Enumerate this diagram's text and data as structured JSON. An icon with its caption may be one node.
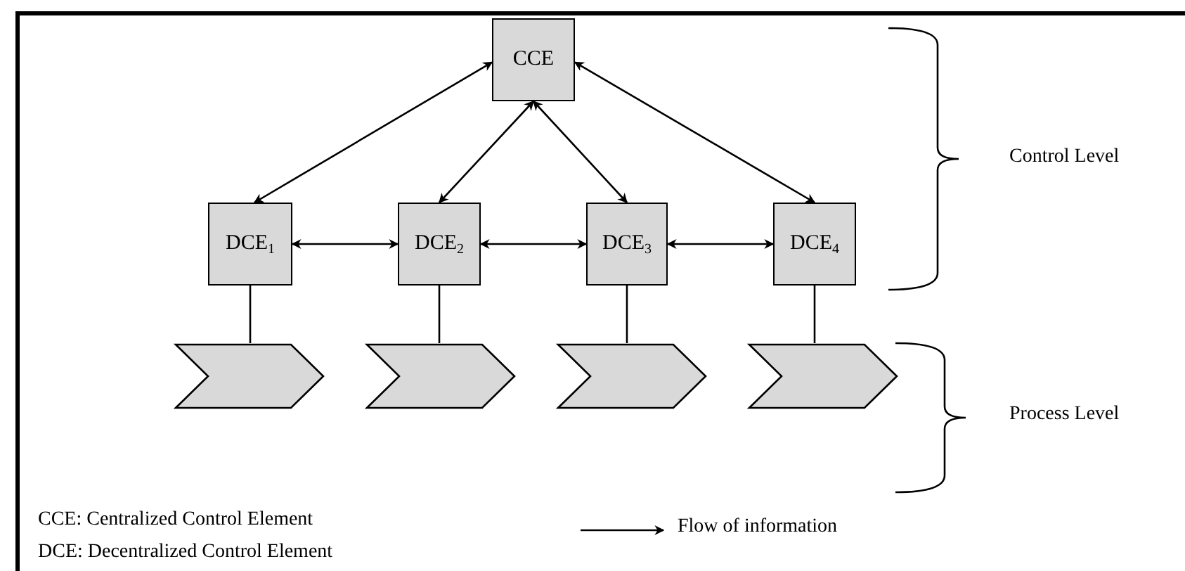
{
  "diagram": {
    "nodes": [
      {
        "text": [
          "CCE"
        ]
      },
      {
        "text": [
          "DCE$_{1}$"
        ]
      },
      {
        "text": [
          "DCE$_{2}$"
        ]
      },
      {
        "text": [
          "DCE$_{3}$"
        ]
      },
      {
        "text": [
          "DCE$_{4}$"
        ]
      },
      {
        "text": [],
        "shape": "chevron"
      },
      {
        "text": [],
        "shape": "chevron"
      },
      {
        "text": [],
        "shape": "chevron"
      },
      {
        "text": [],
        "shape": "chevron"
      }
    ],
    "edges": [
      {
        "from": 0,
        "to": 1,
        "arrow": "both"
      },
      {
        "from": 0,
        "to": 2,
        "arrow": "both"
      },
      {
        "from": 0,
        "to": 3,
        "arrow": "both"
      },
      {
        "from": 0,
        "to": 4,
        "arrow": "both"
      },
      {
        "from": 1,
        "to": 2,
        "arrow": "both"
      },
      {
        "from": 2,
        "to": 3,
        "arrow": "both"
      },
      {
        "from": 3,
        "to": 4,
        "arrow": "both"
      },
      {
        "from": 1,
        "to": 5,
        "arrow": "none"
      },
      {
        "from": 2,
        "to": 6,
        "arrow": "none"
      },
      {
        "from": 3,
        "to": 7,
        "arrow": "none"
      },
      {
        "from": 4,
        "to": 8,
        "arrow": "none"
      }
    ],
    "labels": [
      "Control Level",
      "Process Level",
      "CCE: Centralized Control Element",
      "DCE: Decentralized Control Element"
    ],
    "legend": [
      {
        "text": "Flow of information"
      }
    ]
  }
}
